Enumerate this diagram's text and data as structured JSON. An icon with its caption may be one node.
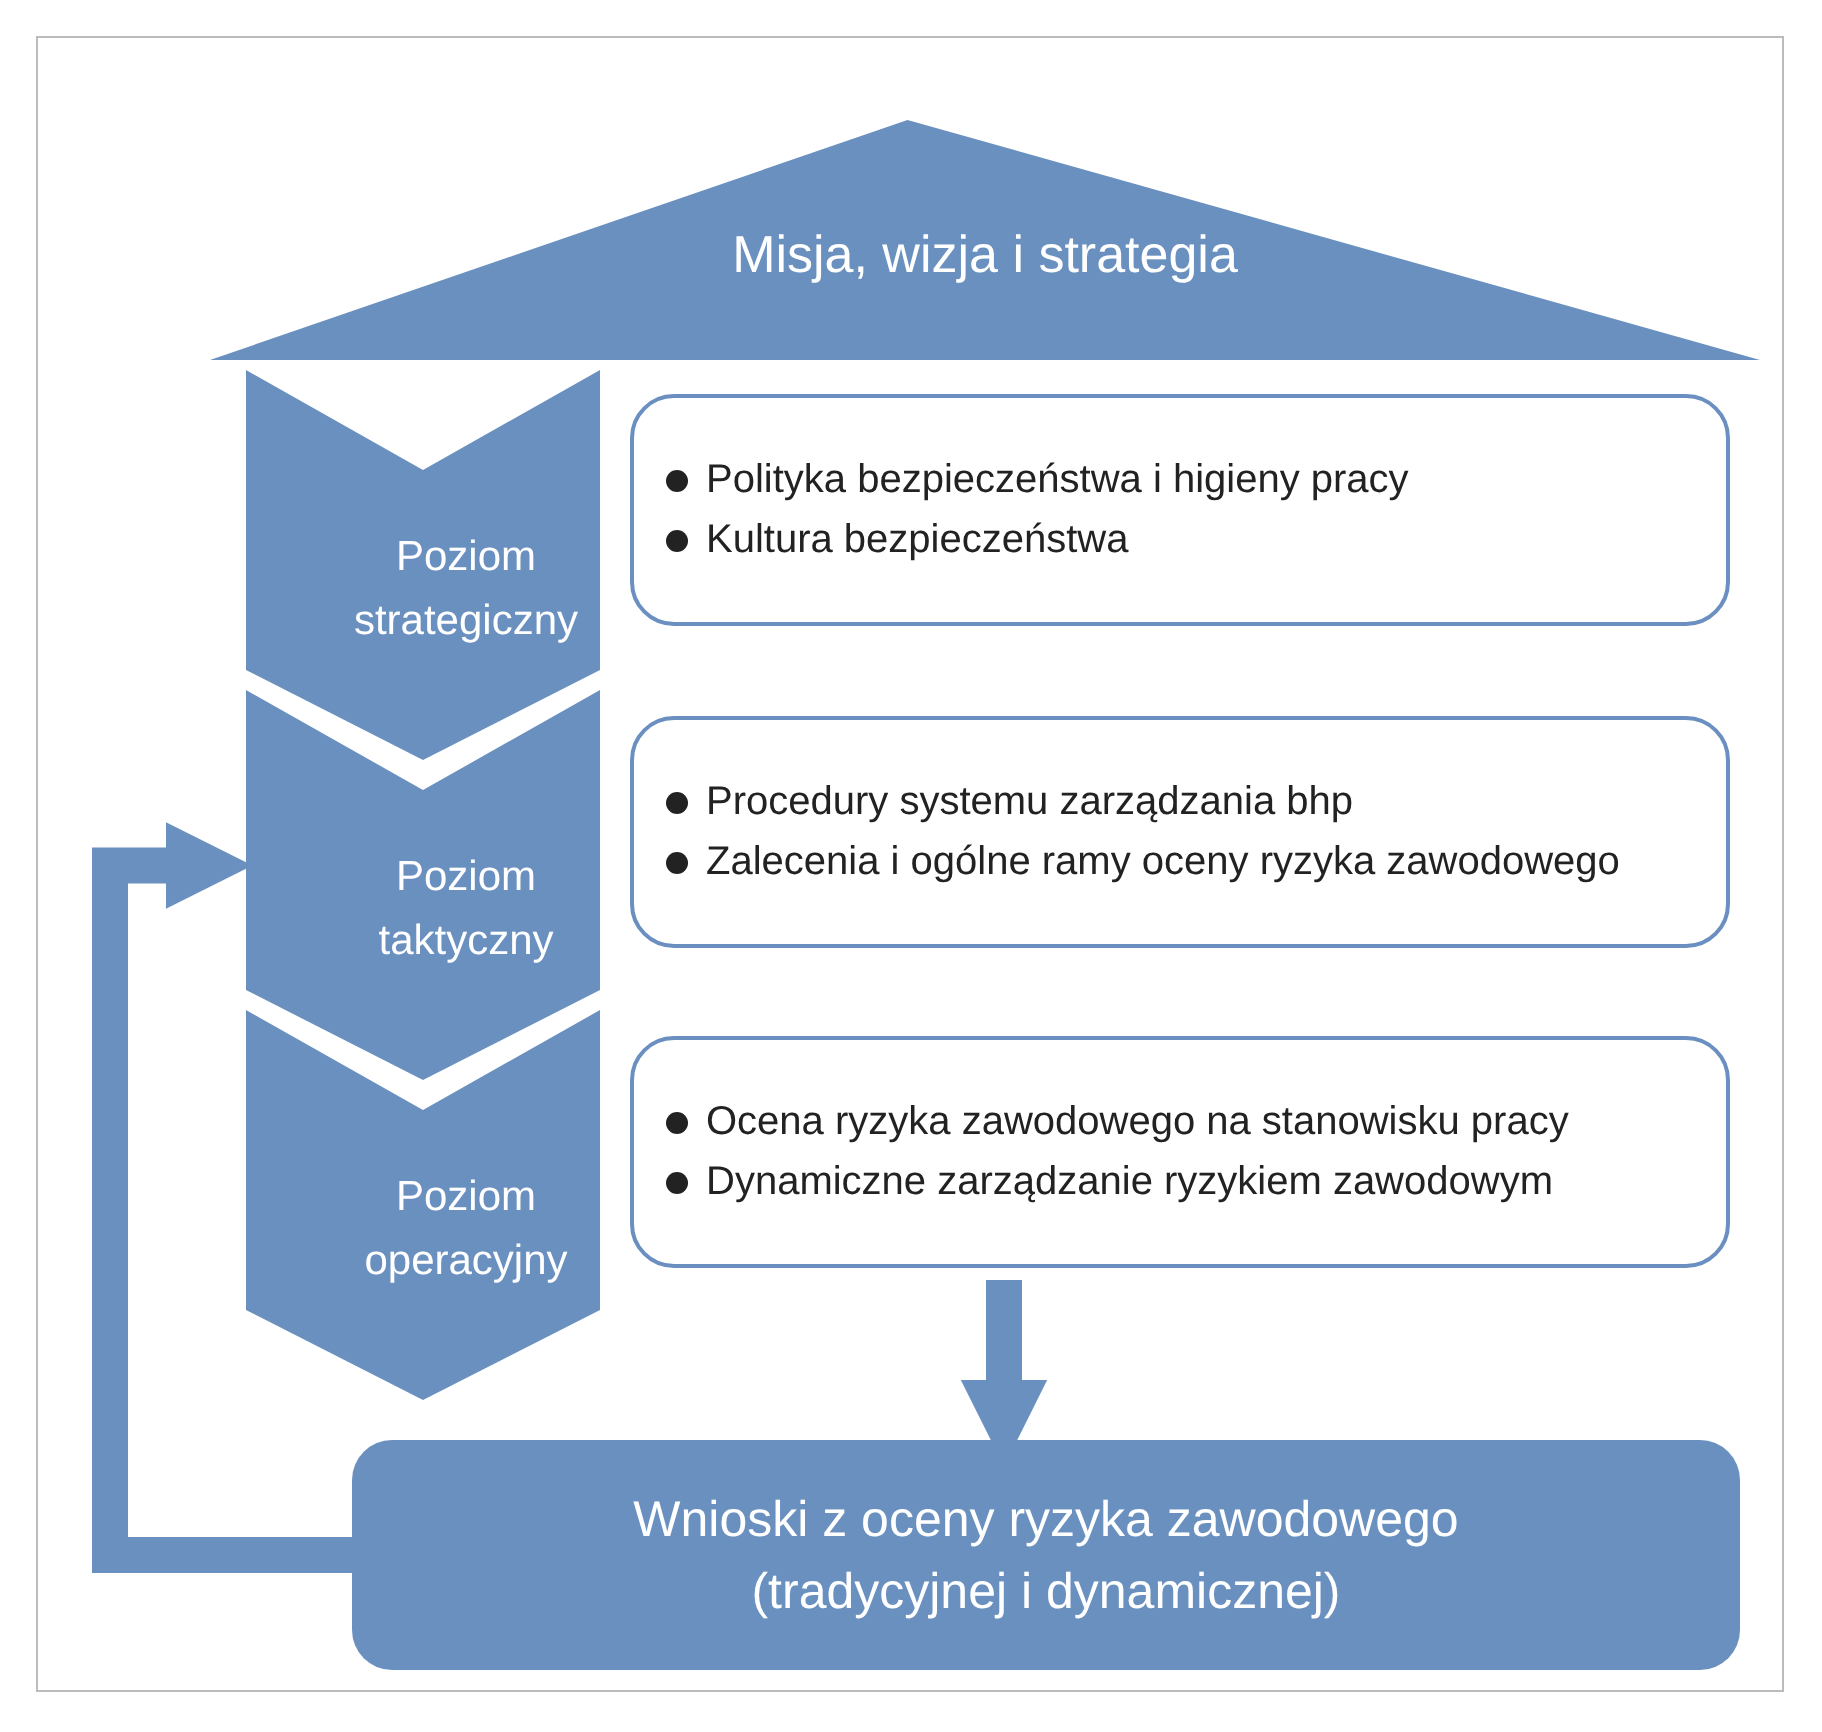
{
  "diagram": {
    "nodes": [
      {
        "text": [
          "Misja, wizja i strategia"
        ]
      },
      {
        "text": [
          "Poziom strategiczny"
        ]
      },
      {
        "text": [
          "Polityka bezpieczeństwa i higieny pracy",
          "Kultura bezpieczeństwa"
        ]
      },
      {
        "text": [
          "Poziom taktyczny"
        ]
      },
      {
        "text": [
          "Procedury systemu zarządzania bhp",
          "Zalecenia i ogólne ramy oceny ryzyka zawodowego"
        ]
      },
      {
        "text": [
          "Poziom operacyjny"
        ]
      },
      {
        "text": [
          "Ocena ryzyka zawodowego na stanowisku pracy",
          "Dynamiczne zarządzanie ryzykiem zawodowym"
        ]
      },
      {
        "text": [
          "Wnioski z oceny ryzyka zawodowego (tradycyjnej i dynamicznej)"
        ]
      }
    ],
    "edges": [
      {
        "from": 6,
        "to": 7,
        "arrow": "to"
      },
      {
        "from": 7,
        "to": 3,
        "arrow": "to"
      }
    ]
  }
}
